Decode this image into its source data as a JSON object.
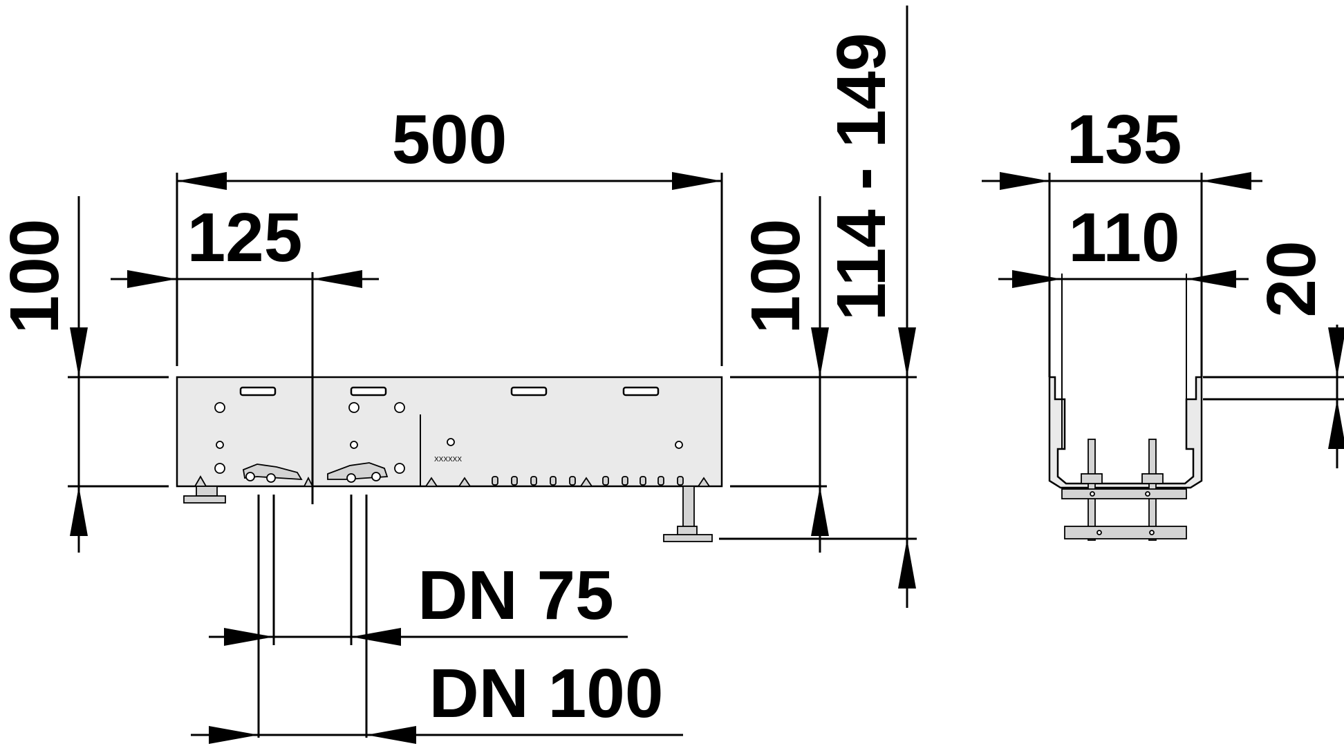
{
  "dimensions": {
    "length_total": "500",
    "offset_outlet": "125",
    "height_left": "100",
    "height_right": "100",
    "height_range": "114 - 149",
    "width_outer": "135",
    "width_inner": "110",
    "flange_height": "20",
    "dn_small": "DN 75",
    "dn_large": "DN 100"
  },
  "labels": {
    "marking": "XXXXXX"
  },
  "colors": {
    "line": "#000000",
    "metal": "#eaeaea",
    "background": "#ffffff"
  }
}
